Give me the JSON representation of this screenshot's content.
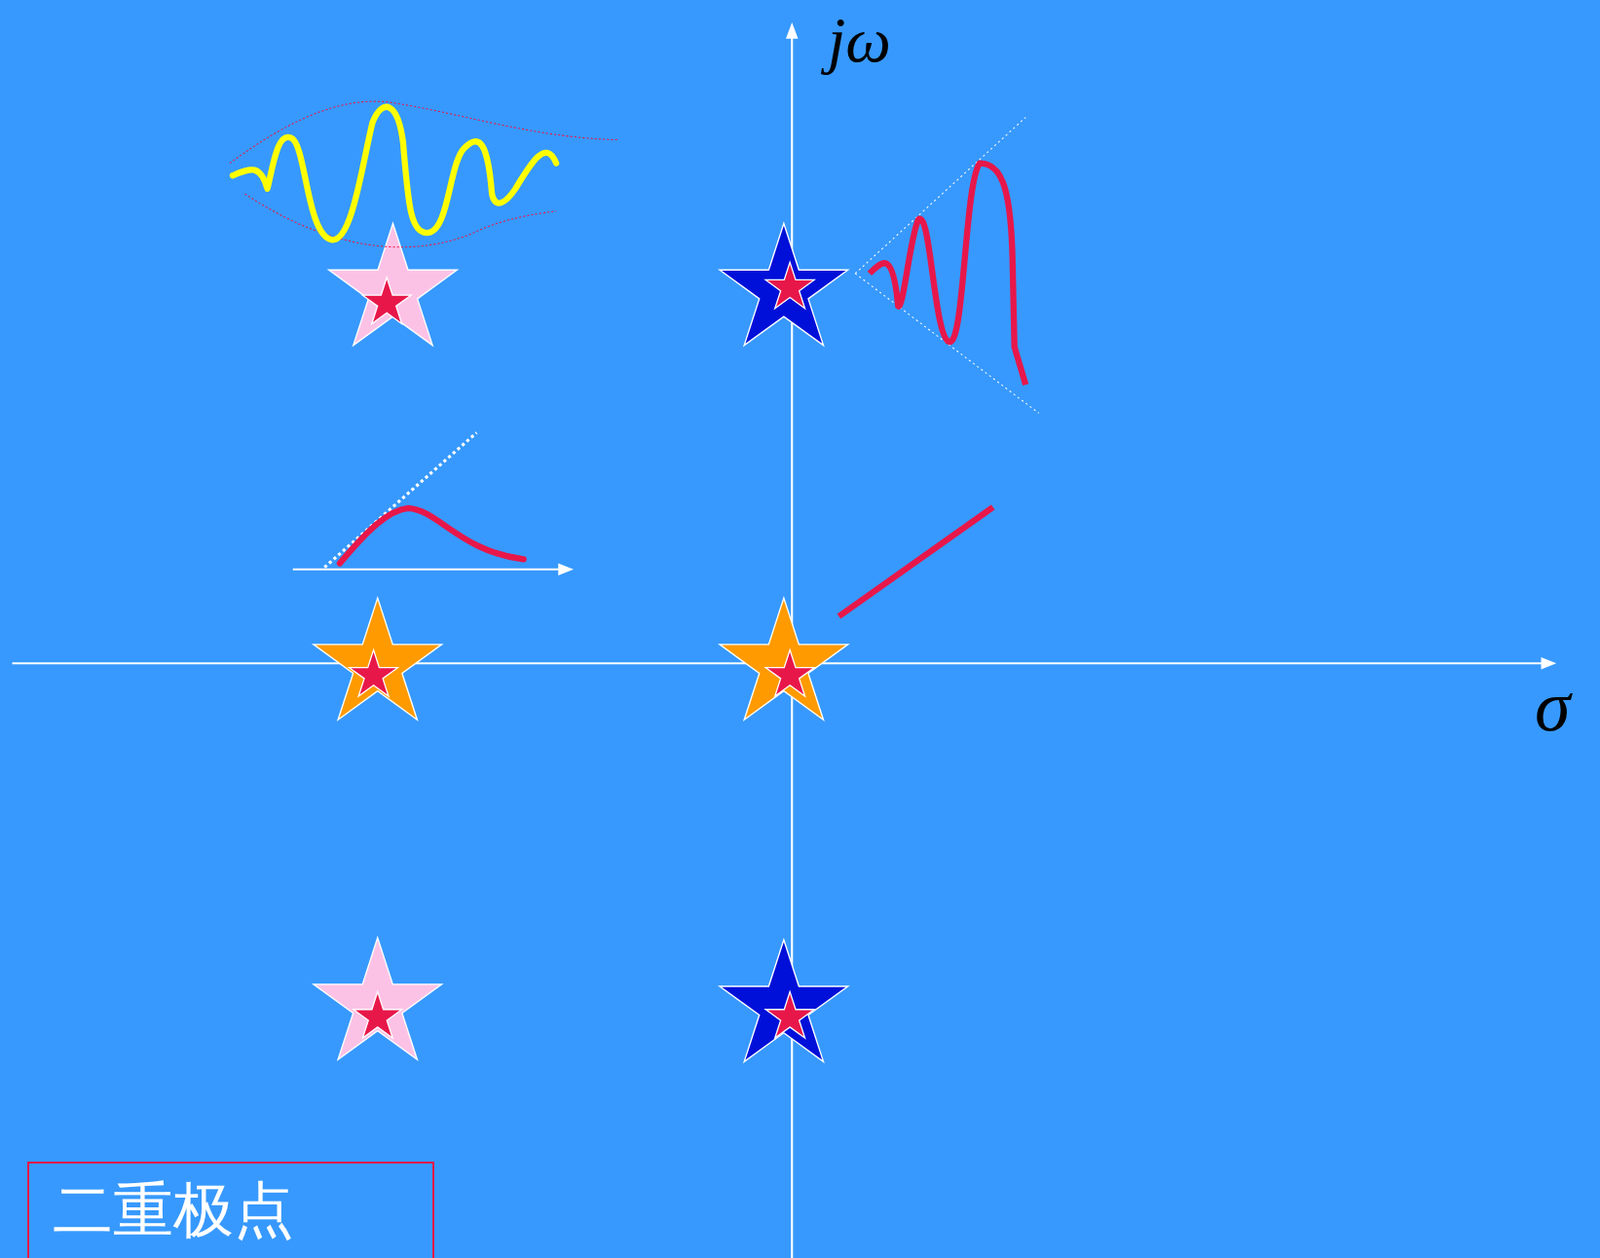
{
  "diagram": {
    "nodes": [
      {
        "text": [
          "二重极点"
        ]
      }
    ],
    "labels": [
      "jω",
      "σ"
    ]
  }
}
